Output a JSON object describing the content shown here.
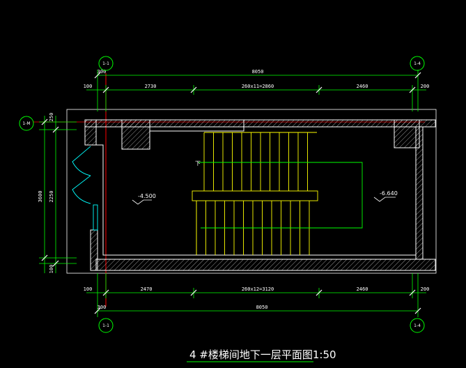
{
  "drawing": {
    "title": "4 #楼梯间地下一层平面图1:50",
    "colors": {
      "background": "#000000",
      "dimension": "#00ff00",
      "wall": "#ffffff",
      "stair": "#ffff00",
      "axis": "#ff0000",
      "door": "#00ffff"
    }
  },
  "grid_bubbles": {
    "top_left": "1-1",
    "top_right": "1-4",
    "bottom_left": "1-1",
    "bottom_right": "1-4",
    "left": "1-M"
  },
  "dimensions": {
    "top_overall": "8050",
    "top_left_offset": "300",
    "top_row": [
      "100",
      "2730",
      "260x11=2860",
      "2460",
      "200"
    ],
    "bottom_row": [
      "100",
      "2470",
      "260x12=3120",
      "2460",
      "200"
    ],
    "bottom_left_offset": "300",
    "bottom_overall": "8050",
    "left_outer": "3600",
    "left_inner": "2250",
    "left_top": "250",
    "left_bottom": "100"
  },
  "annotations": {
    "level_left": "-4.500",
    "level_right": "-6.640",
    "down_arrow": "下"
  }
}
